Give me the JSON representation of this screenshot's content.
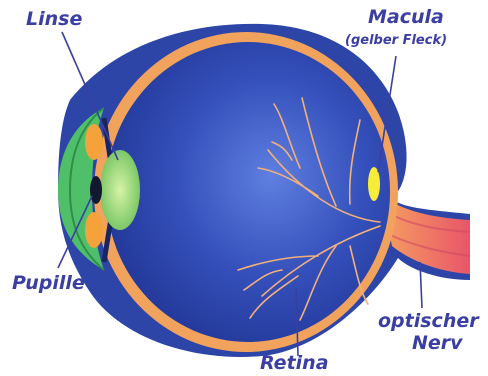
{
  "labels": {
    "linse": "Linse",
    "macula": "Macula",
    "macula_sub": "(gelber Fleck)",
    "pupille": "Pupille",
    "retina": "Retina",
    "optic_line1": "optischer",
    "optic_line2": "Nerv"
  },
  "colors": {
    "label_text": "#3b3fa3",
    "leader_line": "#3b3fa3",
    "eyeball_outer": "#2c45a6",
    "eyeball_inner": "#3551b8",
    "vitreous": "#2a46ad",
    "choroid": "#f1a35d",
    "vessels": "#f3b07a",
    "macula": "#f6ec3a",
    "lens": "#9fdc6a",
    "cornea": "#4fbf6a",
    "iris": "#f6a23a"
  }
}
